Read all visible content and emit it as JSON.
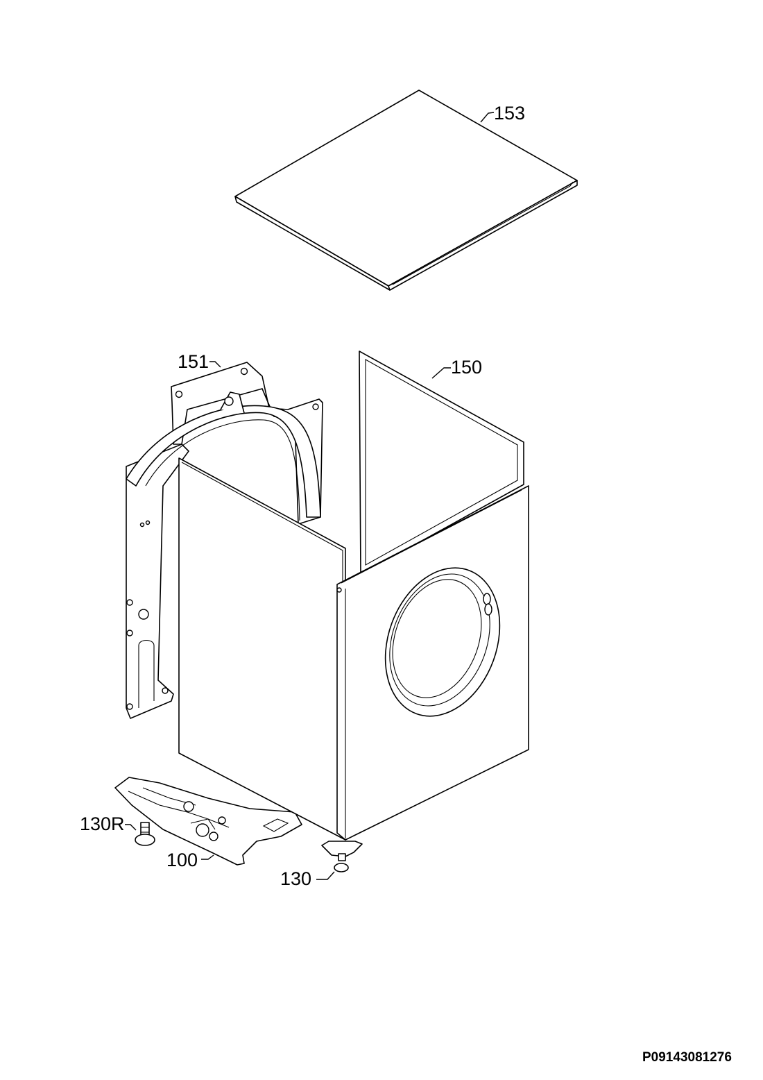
{
  "callouts": {
    "top_cover": "153",
    "rear_frame": "151",
    "cabinet": "150",
    "rear_foot": "130R",
    "base_frame": "100",
    "front_foot": "130"
  },
  "drawing_id": "P09143081276",
  "colors": {
    "line": "#000000",
    "background": "#ffffff"
  }
}
